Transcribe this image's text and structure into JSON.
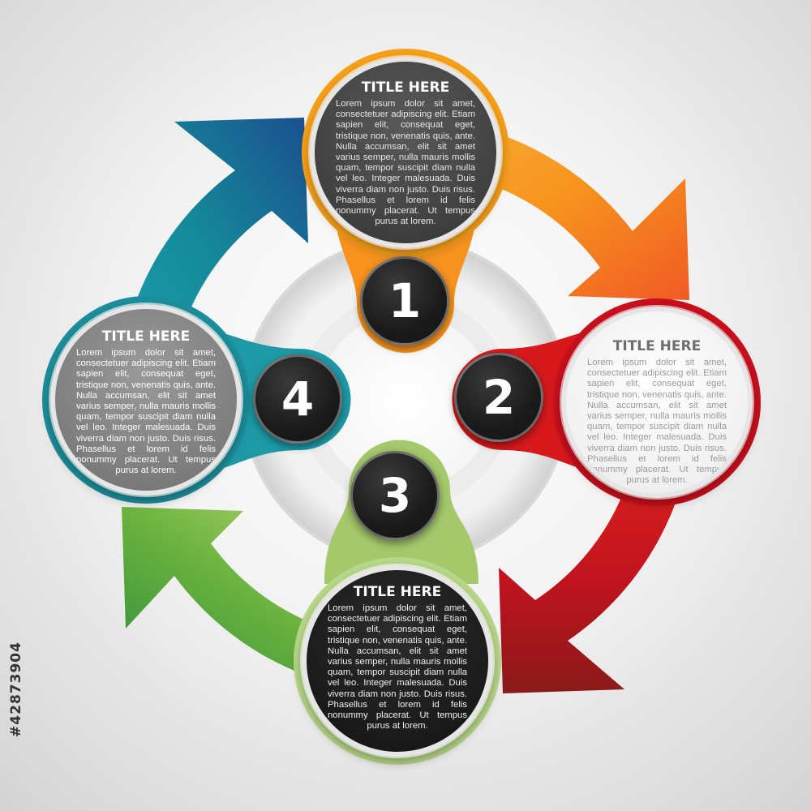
{
  "steps": [
    {
      "number": "1",
      "title": "TITLE HERE",
      "body": "Lorem ipsum dolor sit amet, consectetuer adipiscing elit. Etiam sapien elit, consequat eget, tristique non, venenatis quis, ante. Nulla accumsan, elit sit amet varius semper, nulla mauris mollis quam, tempor suscipit diam nulla vel leo. Integer malesuada. Duis viverra diam non justo. Duis risus. Phasellus et lorem id felis nonummy placerat. Ut tempus purus at lorem.",
      "color": "#f39200"
    },
    {
      "number": "2",
      "title": "TITLE HERE",
      "body": "Lorem ipsum dolor sit amet, consectetuer adipiscing elit. Etiam sapien elit, consequat eget, tristique non, venenatis quis, ante. Nulla accumsan, elit sit amet varius semper, nulla mauris mollis quam, tempor suscipit diam nulla vel leo. Integer malesuada. Duis viverra diam non justo. Duis risus. Phasellus et lorem id felis nonummy placerat. Ut tempus purus at lorem.",
      "color": "#d0021b"
    },
    {
      "number": "3",
      "title": "TITLE HERE",
      "body": "Lorem ipsum dolor sit amet, consectetuer adipiscing elit. Etiam sapien elit, consequat eget, tristique non, venenatis quis, ante. Nulla accumsan, elit sit amet varius semper, nulla mauris mollis quam, tempor suscipit diam nulla vel leo. Integer malesuada. Duis viverra diam non justo. Duis risus. Phasellus et lorem id felis nonummy placerat. Ut tempus purus at lorem.",
      "color": "#8cc63f"
    },
    {
      "number": "4",
      "title": "TITLE HERE",
      "body": "Lorem ipsum dolor sit amet, consectetuer adipiscing elit. Etiam sapien elit, consequat eget, tristique non, venenatis quis, ante. Nulla accumsan, elit sit amet varius semper, nulla mauris mollis quam, tempor suscipit diam nulla vel leo. Integer malesuada. Duis viverra diam non justo. Duis risus. Phasellus et lorem id felis nonummy placerat. Ut tempus purus at lorem.",
      "color": "#1a9aa8"
    }
  ],
  "stock_id": "#42873904"
}
